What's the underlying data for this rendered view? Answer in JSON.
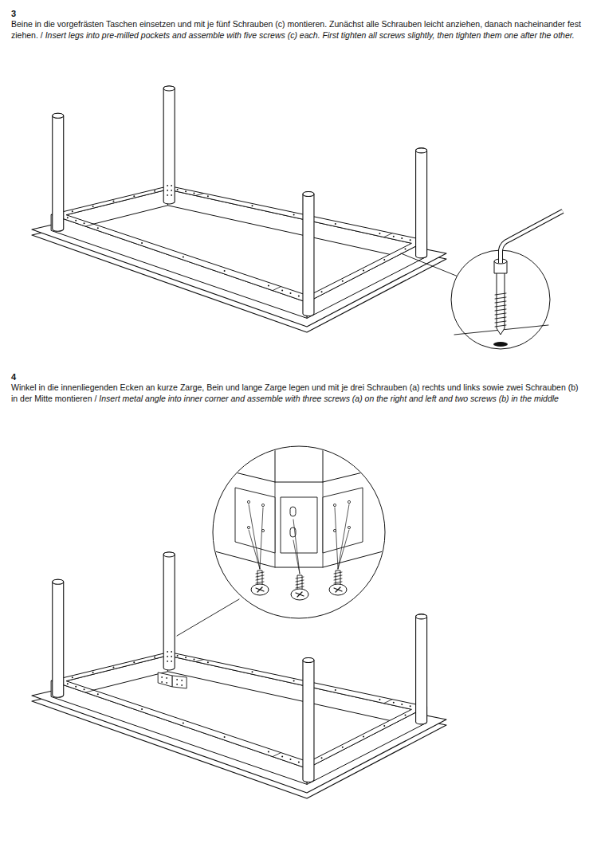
{
  "diagram": {
    "labels": [
      "3",
      "Beine in die vorgefrästen Taschen einsetzen und mit je fünf Schrauben (c) montieren. Zunächst alle Schrauben leicht anziehen, danach nacheinander fest ziehen.",
      "/",
      "Insert legs into pre-milled pockets and assemble with five screws (c) each. First tighten all screws slightly, then tighten them one after the other.",
      "4",
      "Winkel in die innenliegenden Ecken an kurze Zarge, Bein und lange Zarge legen und mit je drei Schrauben (a) rechts und links sowie zwei Schrauben (b) in der Mitte montieren",
      "/",
      "Insert metal angle into inner corner and assemble with three screws (a) on the right and left and two screws (b) in the middle"
    ]
  }
}
